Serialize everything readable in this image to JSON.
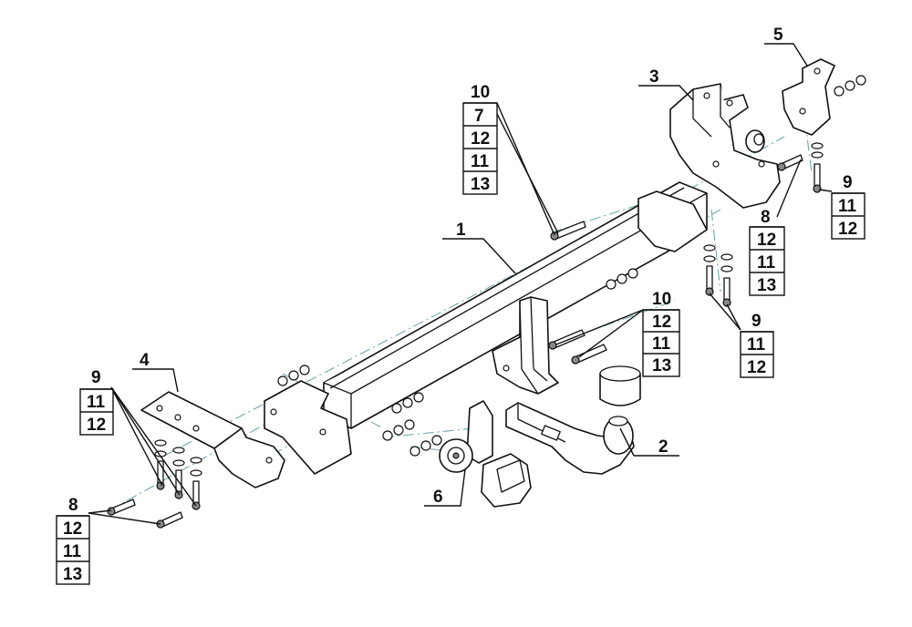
{
  "labels": {
    "part_1": "1",
    "part_2": "2",
    "part_3": "3",
    "part_4": "4",
    "part_5": "5",
    "part_6": "6"
  },
  "callouts": {
    "top_center": [
      "10",
      "7",
      "12",
      "11",
      "13"
    ],
    "right_upper": [
      "9",
      "11",
      "12"
    ],
    "right_middle": [
      "8",
      "12",
      "11",
      "13"
    ],
    "center_right": [
      "10",
      "12",
      "11",
      "13"
    ],
    "right_lower": [
      "9",
      "11",
      "12"
    ],
    "left_upper": [
      "9",
      "11",
      "12"
    ],
    "left_lower": [
      "8",
      "12",
      "11",
      "13"
    ]
  }
}
